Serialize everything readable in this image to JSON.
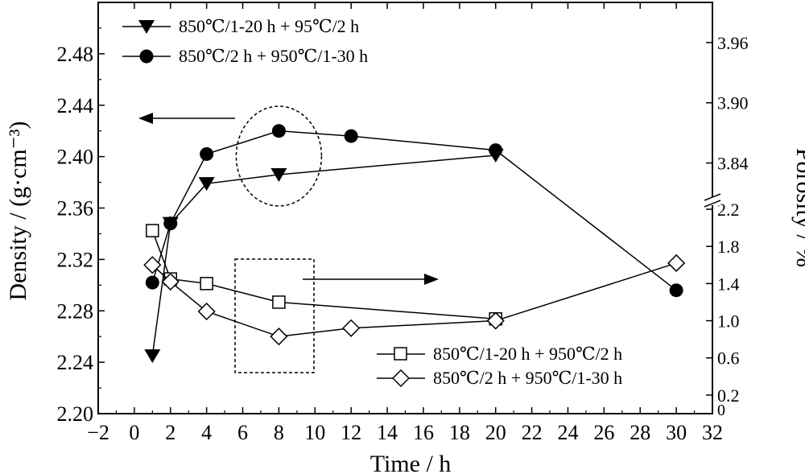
{
  "chart_data": {
    "type": "line",
    "xlabel": "Time / h",
    "ylabel_left": "Density / (g·cm⁻³)",
    "ylabel_right": "Porosity / %",
    "xlim": [
      -2,
      32
    ],
    "xticks": [
      "−2",
      "0",
      "2",
      "4",
      "6",
      "8",
      "10",
      "12",
      "14",
      "16",
      "18",
      "20",
      "22",
      "24",
      "26",
      "28",
      "30",
      "32"
    ],
    "ylim_left": [
      2.2,
      2.52
    ],
    "yticks_left": [
      "2.20",
      "2.24",
      "2.28",
      "2.32",
      "2.36",
      "2.40",
      "2.44",
      "2.48"
    ],
    "right_axis": {
      "lower_range": [
        0,
        2.2
      ],
      "lower_ticks": [
        "0",
        "0.2",
        "0.6",
        "1.0",
        "1.4",
        "1.8",
        "2.2"
      ],
      "upper_range": [
        3.81,
        4.0
      ],
      "upper_ticks": [
        "3.84",
        "3.90",
        "3.96"
      ],
      "axis_break": true
    },
    "grid": false,
    "series": [
      {
        "name": "850℃/1-20 h + 95℃/2 h",
        "axis": "left",
        "marker": "filled-triangle-down",
        "x": [
          1,
          2,
          4,
          8,
          20
        ],
        "y": [
          2.245,
          2.348,
          2.379,
          2.386,
          2.401
        ]
      },
      {
        "name": "850℃/2 h + 950℃/1-30 h",
        "axis": "left",
        "marker": "filled-circle",
        "x": [
          1,
          2,
          4,
          8,
          12,
          20,
          30
        ],
        "y": [
          2.302,
          2.348,
          2.402,
          2.42,
          2.416,
          2.405,
          2.296
        ]
      },
      {
        "name": "850℃/1-20 h + 950℃/2 h",
        "axis": "right",
        "marker": "open-square",
        "x": [
          1,
          2,
          4,
          8,
          20
        ],
        "y": [
          1.97,
          1.45,
          1.4,
          1.2,
          1.02
        ]
      },
      {
        "name": "850℃/2 h + 950℃/1-30 h",
        "axis": "right",
        "marker": "open-diamond",
        "x": [
          1,
          2,
          4,
          8,
          12,
          20,
          30
        ],
        "y": [
          1.6,
          1.42,
          1.1,
          0.83,
          0.92,
          1.0,
          1.62
        ]
      }
    ],
    "legend_top": {
      "position": "top-left",
      "entries": [
        "850℃/1-20 h + 95℃/2 h",
        "850℃/2 h + 950℃/1-30 h"
      ]
    },
    "legend_bottom": {
      "position": "bottom-right",
      "entries": [
        "850℃/1-20 h + 950℃/2 h",
        "850℃/2 h + 950℃/1-30 h"
      ]
    },
    "annotations": [
      {
        "type": "dashed-ellipse",
        "around": "density points near t = 8 h",
        "arrow": "left (density axis)"
      },
      {
        "type": "dashed-rectangle",
        "around": "porosity points near t = 8 h",
        "arrow": "right (porosity axis)"
      }
    ]
  }
}
